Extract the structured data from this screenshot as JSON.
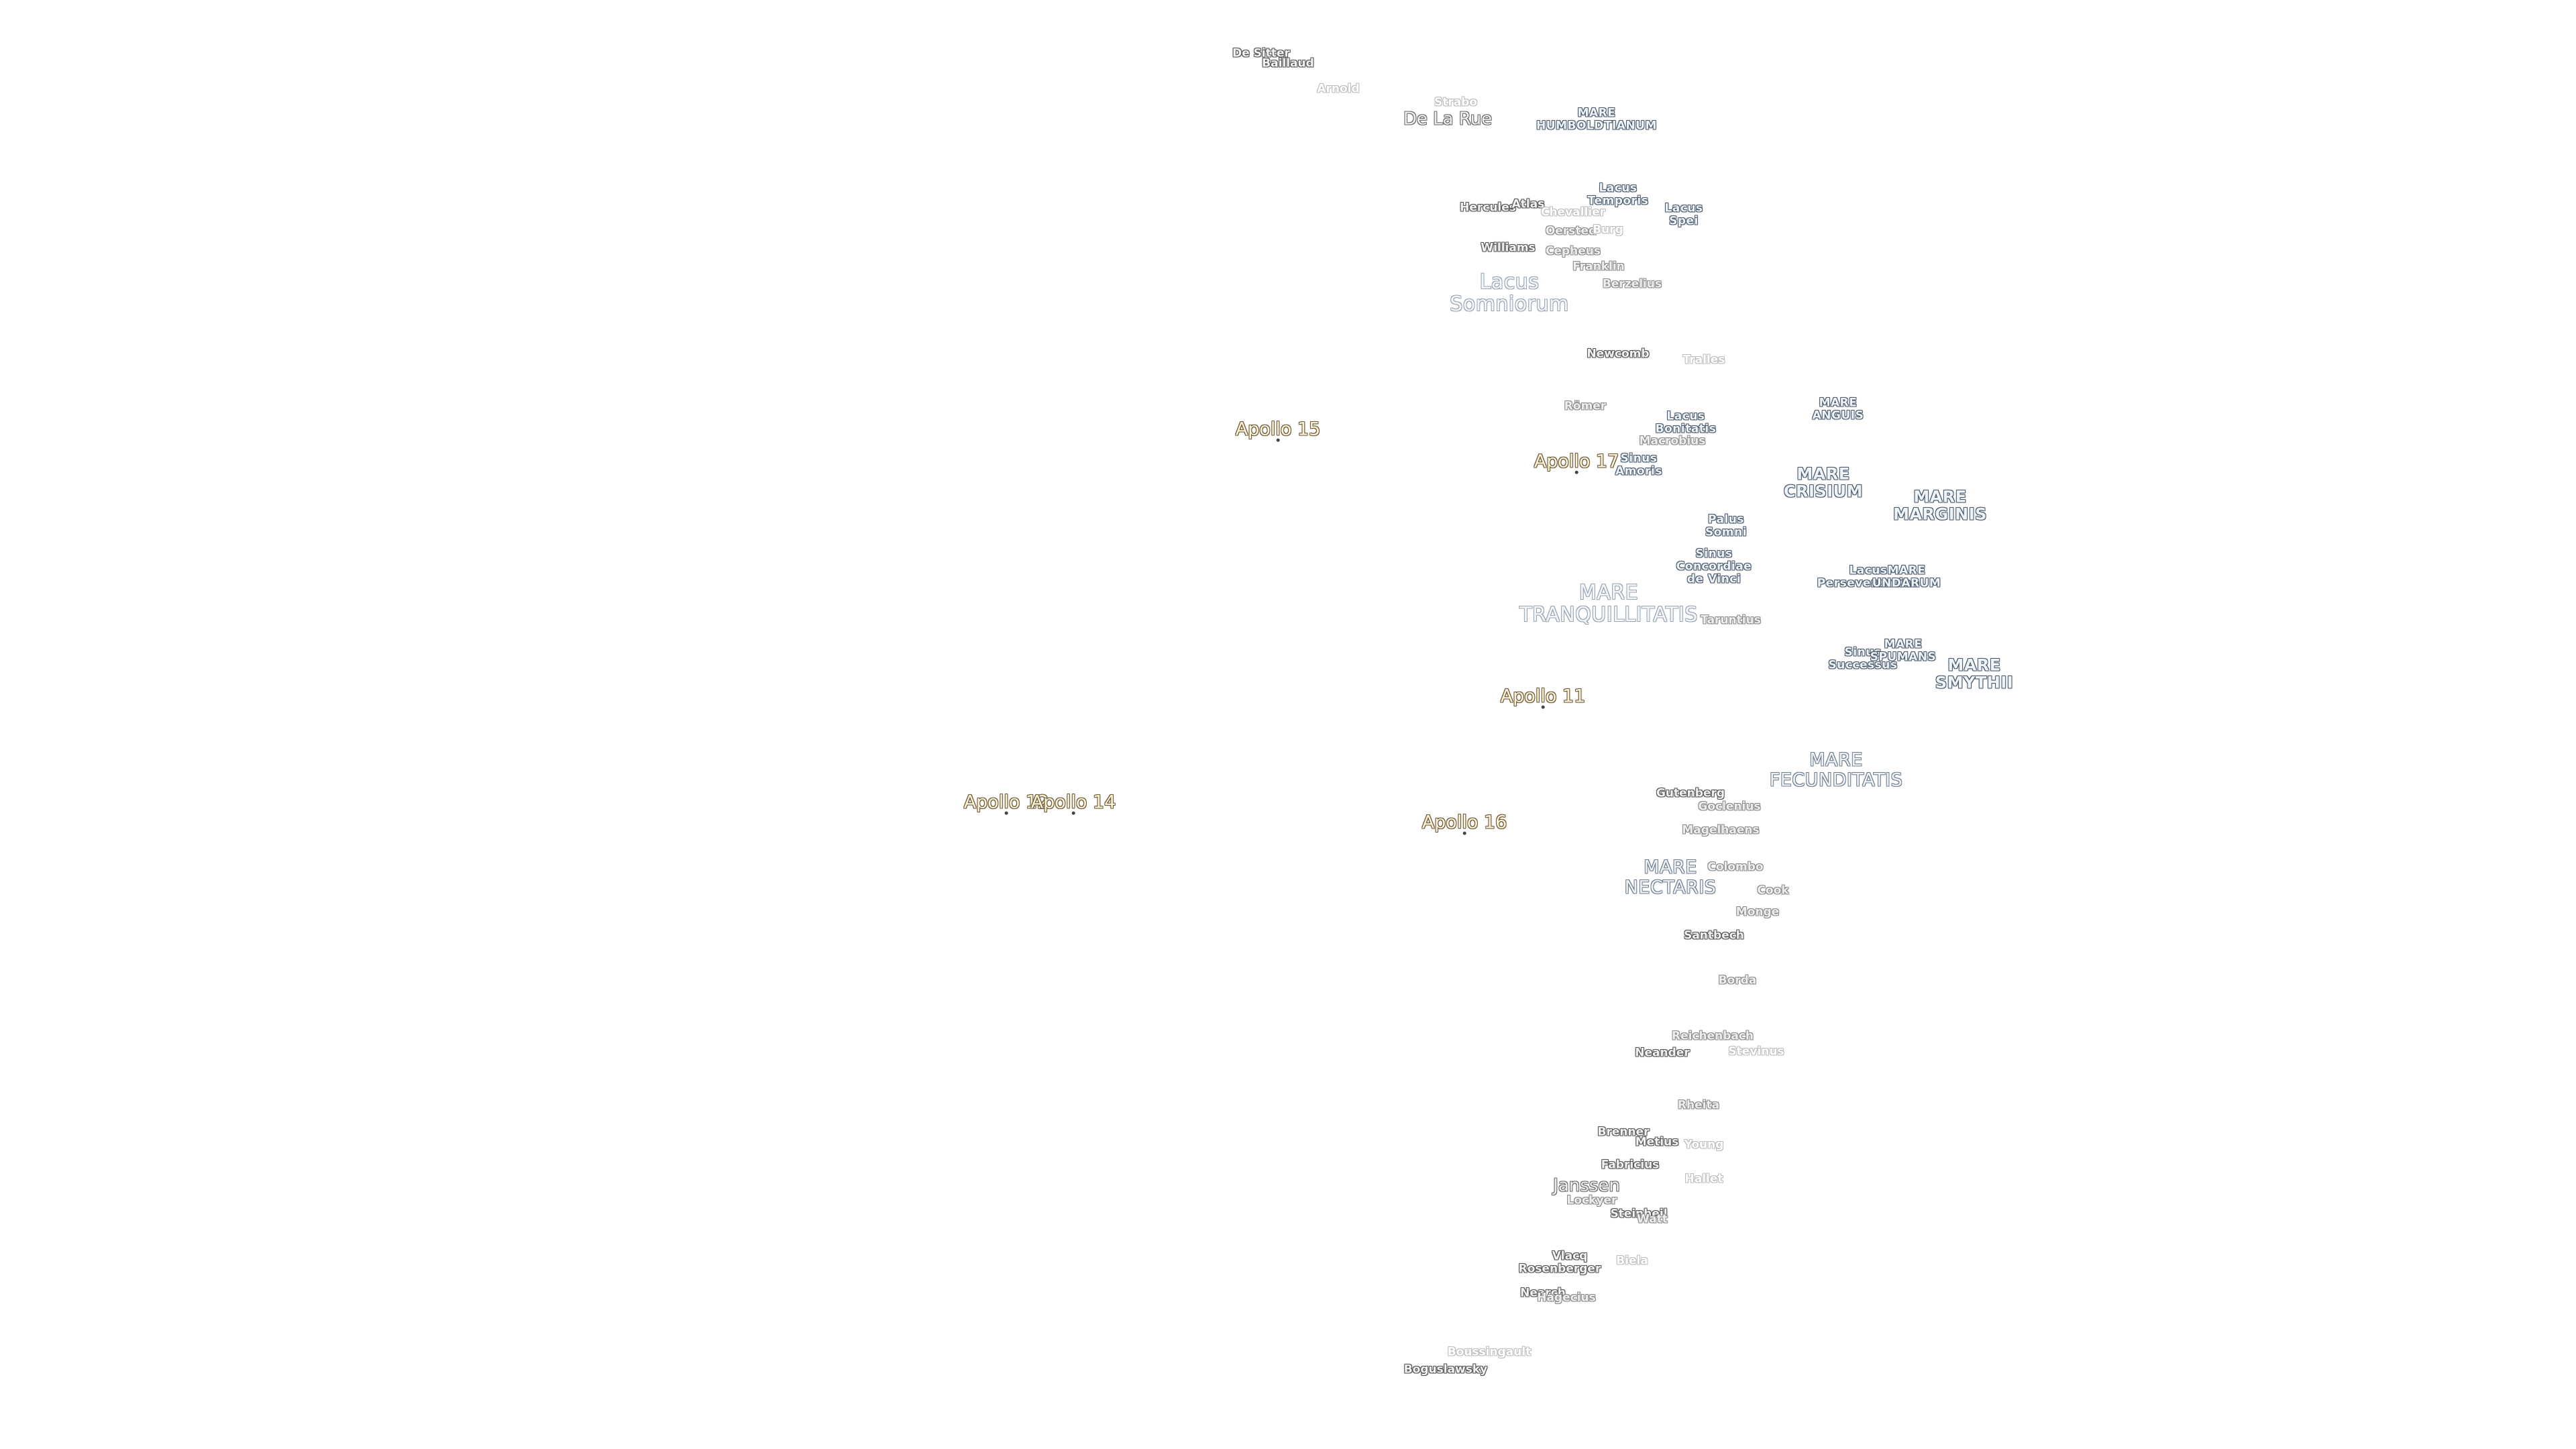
{
  "craters": [
    {
      "id": "de-sitter",
      "name": "De Sitter",
      "cls": "crater"
    },
    {
      "id": "baillaud",
      "name": "Baillaud",
      "cls": "crater"
    },
    {
      "id": "arnold",
      "name": "Arnold",
      "cls": "crater faint"
    },
    {
      "id": "strabo",
      "name": "Strabo",
      "cls": "crater faint"
    },
    {
      "id": "de-la-rue",
      "name": "De La Rue",
      "cls": "crater big faint"
    },
    {
      "id": "hercules",
      "name": "Hercules",
      "cls": "crater"
    },
    {
      "id": "atlas",
      "name": "Atlas",
      "cls": "crater"
    },
    {
      "id": "chevallier",
      "name": "Chevallier",
      "cls": "crater faint"
    },
    {
      "id": "oersted",
      "name": "Oersted",
      "cls": "crater med"
    },
    {
      "id": "burg",
      "name": "Burg",
      "cls": "crater faint"
    },
    {
      "id": "williams",
      "name": "Williams",
      "cls": "crater"
    },
    {
      "id": "cepheus",
      "name": "Cepheus",
      "cls": "crater med"
    },
    {
      "id": "franklin",
      "name": "Franklin",
      "cls": "crater med"
    },
    {
      "id": "berzelius",
      "name": "Berzelius",
      "cls": "crater med"
    },
    {
      "id": "newcomb",
      "name": "Newcomb",
      "cls": "crater"
    },
    {
      "id": "tralles",
      "name": "Tralles",
      "cls": "crater faint"
    },
    {
      "id": "romer",
      "name": "Römer",
      "cls": "crater med"
    },
    {
      "id": "macrobius",
      "name": "Macrobius",
      "cls": "crater med"
    },
    {
      "id": "taruntius",
      "name": "Taruntius",
      "cls": "crater med"
    },
    {
      "id": "gutenberg",
      "name": "Gutenberg",
      "cls": "crater"
    },
    {
      "id": "goclenius",
      "name": "Goclenius",
      "cls": "crater med"
    },
    {
      "id": "magelhaens",
      "name": "Magelhaens",
      "cls": "crater med"
    },
    {
      "id": "colombo",
      "name": "Colombo",
      "cls": "crater med"
    },
    {
      "id": "cook",
      "name": "Cook",
      "cls": "crater med"
    },
    {
      "id": "monge",
      "name": "Monge",
      "cls": "crater med"
    },
    {
      "id": "santbech",
      "name": "Santbech",
      "cls": "crater"
    },
    {
      "id": "borda",
      "name": "Borda",
      "cls": "crater med"
    },
    {
      "id": "reichenbach",
      "name": "Reichenbach",
      "cls": "crater med"
    },
    {
      "id": "neander",
      "name": "Neander",
      "cls": "crater"
    },
    {
      "id": "stevinus",
      "name": "Stevinus",
      "cls": "crater faint"
    },
    {
      "id": "rheita",
      "name": "Rheita",
      "cls": "crater med"
    },
    {
      "id": "brenner",
      "name": "Brenner",
      "cls": "crater"
    },
    {
      "id": "metius",
      "name": "Metius",
      "cls": "crater"
    },
    {
      "id": "young",
      "name": "Young",
      "cls": "crater faint"
    },
    {
      "id": "fabricius",
      "name": "Fabricius",
      "cls": "crater"
    },
    {
      "id": "janssen",
      "name": "Janssen",
      "cls": "crater big"
    },
    {
      "id": "halley",
      "name": "Hallet",
      "cls": "crater faint"
    },
    {
      "id": "lockyer",
      "name": "Lockyer",
      "cls": "crater med"
    },
    {
      "id": "steinheil",
      "name": "Steinheil",
      "cls": "crater"
    },
    {
      "id": "watt",
      "name": "Watt",
      "cls": "crater med"
    },
    {
      "id": "vlacq",
      "name": "Vlacq",
      "cls": "crater"
    },
    {
      "id": "rosenberger",
      "name": "Rosenberger",
      "cls": "crater"
    },
    {
      "id": "biela",
      "name": "Biela",
      "cls": "crater faint"
    },
    {
      "id": "nearch",
      "name": "Nearch",
      "cls": "crater"
    },
    {
      "id": "hagecius",
      "name": "Hagecius",
      "cls": "crater med"
    },
    {
      "id": "boussingault",
      "name": "Boussingault",
      "cls": "crater faint"
    },
    {
      "id": "boguslawsky",
      "name": "Boguslawsky",
      "cls": "crater"
    }
  ],
  "maria": [
    {
      "id": "mare-humboldtianum",
      "name": "MARE\nHUMBOLDTIANUM",
      "cls": "mare small"
    },
    {
      "id": "lacus-temporis",
      "name": "Lacus\nTemporis",
      "cls": "mare small"
    },
    {
      "id": "lacus-spei",
      "name": "Lacus\nSpei",
      "cls": "mare small"
    },
    {
      "id": "lacus-somniorum",
      "name": "Lacus\nSomniorum",
      "cls": "mare faint"
    },
    {
      "id": "mare-anguis",
      "name": "MARE\nANGUIS",
      "cls": "mare small"
    },
    {
      "id": "lacus-bonitatis",
      "name": "Lacus\nBonitatis",
      "cls": "mare small"
    },
    {
      "id": "sinus-amoris",
      "name": "Sinus\nAmoris",
      "cls": "mare small"
    },
    {
      "id": "mare-crisium",
      "name": "MARE\nCRISIUM",
      "cls": "mare"
    },
    {
      "id": "mare-marginis",
      "name": "MARE\nMARGINIS",
      "cls": "mare"
    },
    {
      "id": "palus-somni",
      "name": "Palus\nSomni",
      "cls": "mare small"
    },
    {
      "id": "sinus-concordiae",
      "name": "Sinus\nConcordiae",
      "cls": "mare small"
    },
    {
      "id": "sinus-da-vinci",
      "name": "de Vinci",
      "cls": "mare small"
    },
    {
      "id": "lacus-perseverantiae",
      "name": "Lacus\nPerseverantiae",
      "cls": "mare small"
    },
    {
      "id": "mare-undarum",
      "name": "MARE\nUNDARUM",
      "cls": "mare small"
    },
    {
      "id": "mare-tranquillitatis",
      "name": "MARE\nTRANQUILLITATIS",
      "cls": "mare faint"
    },
    {
      "id": "sinus-successus",
      "name": "Sinus\nSuccessus",
      "cls": "mare small"
    },
    {
      "id": "mare-spumans",
      "name": "MARE\nSPUMANS",
      "cls": "mare small"
    },
    {
      "id": "mare-smythii",
      "name": "MARE\nSMYTHII",
      "cls": "mare"
    },
    {
      "id": "mare-fecunditatis",
      "name": "MARE\nFECUNDITATIS",
      "cls": "mare med"
    },
    {
      "id": "mare-nectaris",
      "name": "MARE\nNECTARIS",
      "cls": "mare med"
    }
  ],
  "apollo": [
    {
      "id": "apollo-15",
      "name": "Apollo 15"
    },
    {
      "id": "apollo-17",
      "name": "Apollo 17"
    },
    {
      "id": "apollo-11",
      "name": "Apollo 11"
    },
    {
      "id": "apollo-12",
      "name": "Apollo 12"
    },
    {
      "id": "apollo-14",
      "name": "Apollo 14"
    },
    {
      "id": "apollo-16",
      "name": "Apollo 16"
    }
  ]
}
